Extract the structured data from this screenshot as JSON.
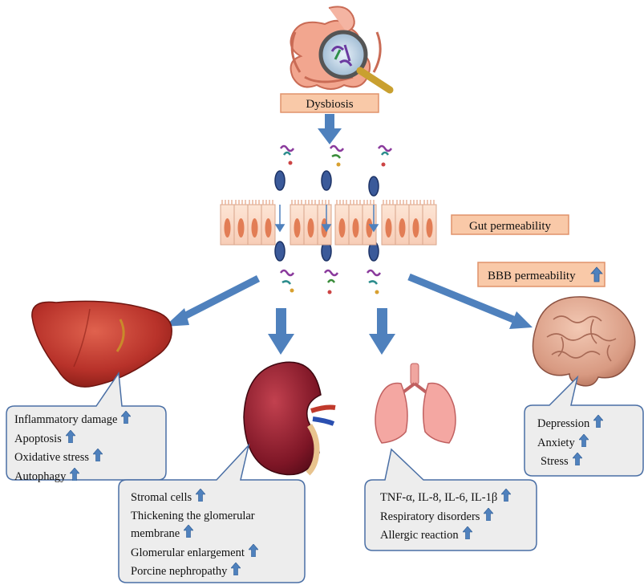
{
  "labels": {
    "dysbiosis": "Dysbiosis",
    "gut_permeability": "Gut permeability",
    "bbb_permeability": "BBB permeability"
  },
  "callouts": {
    "liver": [
      "Inflammatory damage",
      "Apoptosis",
      "Oxidative stress",
      "Autophagy"
    ],
    "kidney": [
      "Stromal cells",
      "Thickening the glomerular",
      "membrane",
      "Glomerular enlargement",
      "Porcine nephropathy"
    ],
    "lung": [
      "TNF-α, IL-8, IL-6, IL-1β",
      "Respiratory disorders",
      "Allergic reaction"
    ],
    "brain": [
      "Depression",
      "Anxiety",
      "Stress"
    ]
  },
  "icons": {
    "up_arrow": "up-arrow-icon",
    "flow_arrow": "flow-arrow-icon"
  },
  "colors": {
    "arrow_blue": "#4f81bd",
    "label_fill": "#f9c9a8",
    "callout_fill": "#ededed",
    "callout_border": "#4a6fa5"
  }
}
